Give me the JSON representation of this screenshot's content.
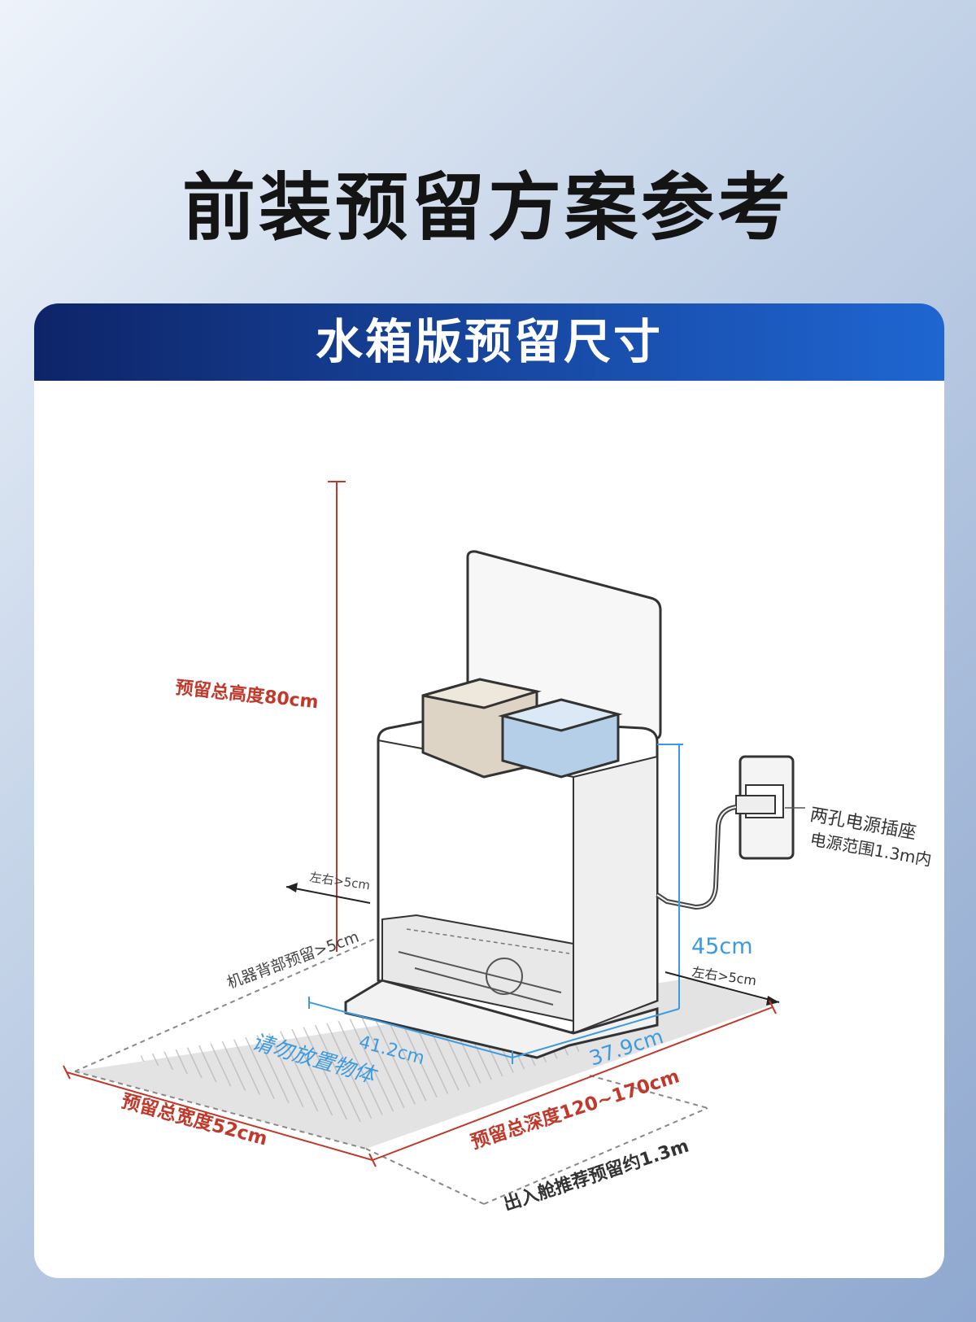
{
  "title": "前装预留方案参考",
  "section_title": "水箱版预留尺寸",
  "labels": {
    "total_height": "预留总高度80cm",
    "side_left": "左右>5cm",
    "side_right": "左右>5cm",
    "back_clearance": "机器背部预留>5cm",
    "socket_line1": "两孔电源插座",
    "socket_line2": "电源范围1.3m内",
    "height_45": "45cm",
    "width_412": "41.2cm",
    "depth_379": "37.9cm",
    "no_objects": "请勿放置物体",
    "total_width": "预留总宽度52cm",
    "total_depth": "预留总深度120~170cm",
    "exit_clearance": "出入舱推荐预留约1.3m"
  },
  "colors": {
    "red": "#c0392b",
    "blue": "#3d9ae0",
    "dark": "#333333",
    "header_dark": "#0e2468",
    "header_light": "#1f66d2"
  }
}
